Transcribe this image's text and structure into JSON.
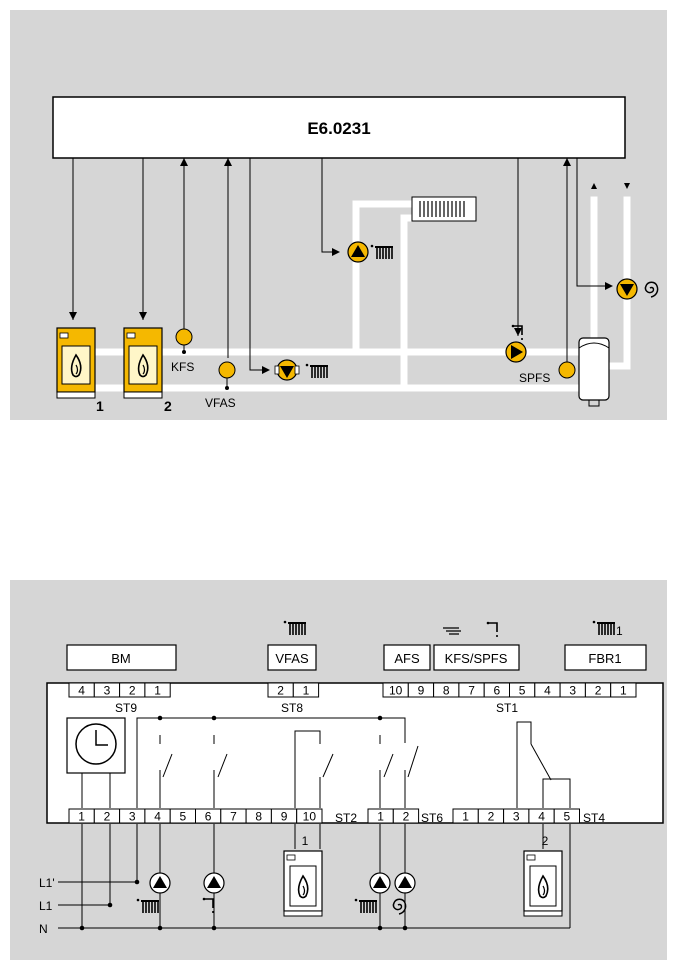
{
  "colors": {
    "panel": "#d6d6d6",
    "pipe": "#ffffff",
    "line": "#000000",
    "boiler_body": "#f5b800",
    "boiler_front": "#fff6c8",
    "sensor": "#f5b800",
    "pump": "#f5b800"
  },
  "top": {
    "controller_label": "E6.0231",
    "boiler_1_number": "1",
    "boiler_2_number": "2",
    "sensor_kfs": "KFS",
    "sensor_vfas": "VFAS",
    "sensor_spfs": "SPFS"
  },
  "bottom": {
    "module_bm": "BM",
    "module_vfas": "VFAS",
    "module_afs": "AFS",
    "module_kfs_spfs": "KFS/SPFS",
    "module_fbr1": "FBR1",
    "fbr1_suffix": "1",
    "st9_pins": [
      "4",
      "3",
      "2",
      "1"
    ],
    "st8_pins": [
      "2",
      "1"
    ],
    "st1_pins": [
      "10",
      "9",
      "8",
      "7",
      "6",
      "5",
      "4",
      "3",
      "2",
      "1"
    ],
    "st9_label": "ST9",
    "st8_label": "ST8",
    "st1_label": "ST1",
    "st2_pins": [
      "1",
      "2",
      "3",
      "4",
      "5",
      "6",
      "7",
      "8",
      "9",
      "10"
    ],
    "st6_pins": [
      "1",
      "2"
    ],
    "st4_pins": [
      "1",
      "2",
      "3",
      "4",
      "5"
    ],
    "st2_label": "ST2",
    "st6_label": "ST6",
    "st4_label": "ST4",
    "boiler_1_number": "1",
    "boiler_2_number": "2",
    "line_l1p": "L1'",
    "line_l1": "L1",
    "line_n": "N"
  }
}
